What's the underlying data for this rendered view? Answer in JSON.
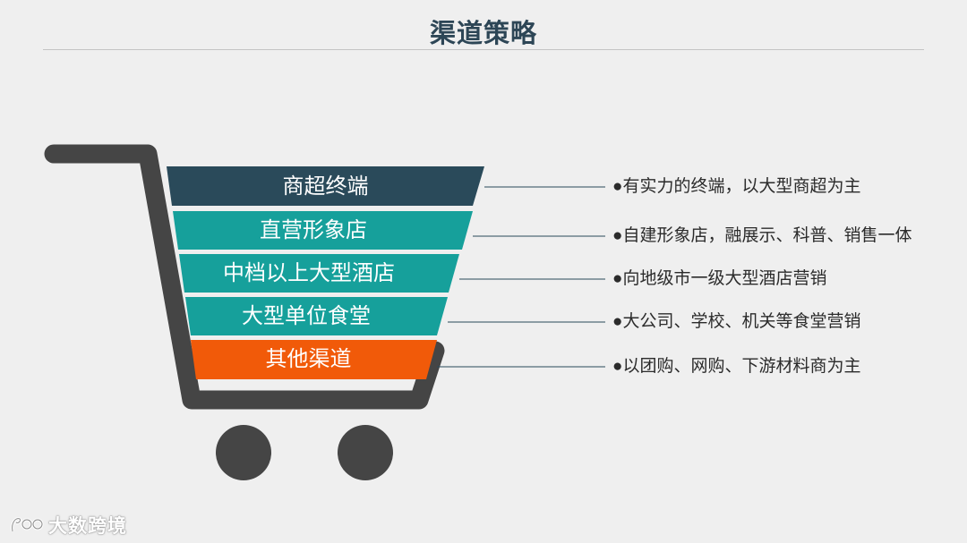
{
  "page": {
    "title": "渠道策略"
  },
  "colors": {
    "background": "#efefef",
    "cart_frame": "#454545",
    "band_navy": "#2a4a5a",
    "band_teal": "#16a09b",
    "band_orange": "#f15a09",
    "connector": "#2a4a5a"
  },
  "channels": [
    {
      "label": "商超终端",
      "color": "#2a4a5a",
      "description": "●有实力的终端，以大型商超为主"
    },
    {
      "label": "直营形象店",
      "color": "#16a09b",
      "description": "●自建形象店，融展示、科普、销售一体"
    },
    {
      "label": "中档以上大型酒店",
      "color": "#16a09b",
      "description": "●向地级市一级大型酒店营销"
    },
    {
      "label": "大型单位食堂",
      "color": "#16a09b",
      "description": "●大公司、学校、机关等食堂营销"
    },
    {
      "label": "其他渠道",
      "color": "#f15a09",
      "description": "●以团购、网购、下游材料商为主"
    }
  ],
  "watermark": {
    "text": "大数跨境",
    "icon": "brand-logo-icon"
  }
}
